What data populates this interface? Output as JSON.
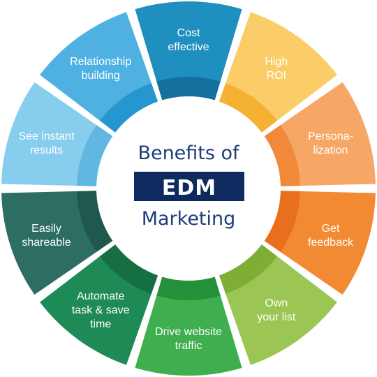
{
  "center": {
    "line1": "Benefits of",
    "badge": "EDM",
    "line3": "Marketing",
    "badge_color": "#0f2a5f",
    "text_color": "#1f3d7a"
  },
  "segments": [
    {
      "lines": [
        "Cost",
        "effective"
      ],
      "outer": "#1f8fbf",
      "inner": "#136f9c"
    },
    {
      "lines": [
        "High",
        "ROI"
      ],
      "outer": "#fbcd68",
      "inner": "#f5b134"
    },
    {
      "lines": [
        "Persona-",
        "lization"
      ],
      "outer": "#f6a765",
      "inner": "#f08939"
    },
    {
      "lines": [
        "Get",
        "feedback"
      ],
      "outer": "#f28a33",
      "inner": "#e8701c"
    },
    {
      "lines": [
        "Own",
        "your list"
      ],
      "outer": "#9cc653",
      "inner": "#7fae34"
    },
    {
      "lines": [
        "Drive website",
        "traffic"
      ],
      "outer": "#3eae4f",
      "inner": "#24903a"
    },
    {
      "lines": [
        "Automate",
        "task & save",
        "time"
      ],
      "outer": "#1e8a55",
      "inner": "#166e43"
    },
    {
      "lines": [
        "Easily",
        "shareable"
      ],
      "outer": "#2e6e62",
      "inner": "#21584d"
    },
    {
      "lines": [
        "See instant",
        "results"
      ],
      "outer": "#86cdee",
      "inner": "#5fb7e2"
    },
    {
      "lines": [
        "Relationship",
        "building"
      ],
      "outer": "#4fb1e2",
      "inner": "#2596cf"
    }
  ]
}
